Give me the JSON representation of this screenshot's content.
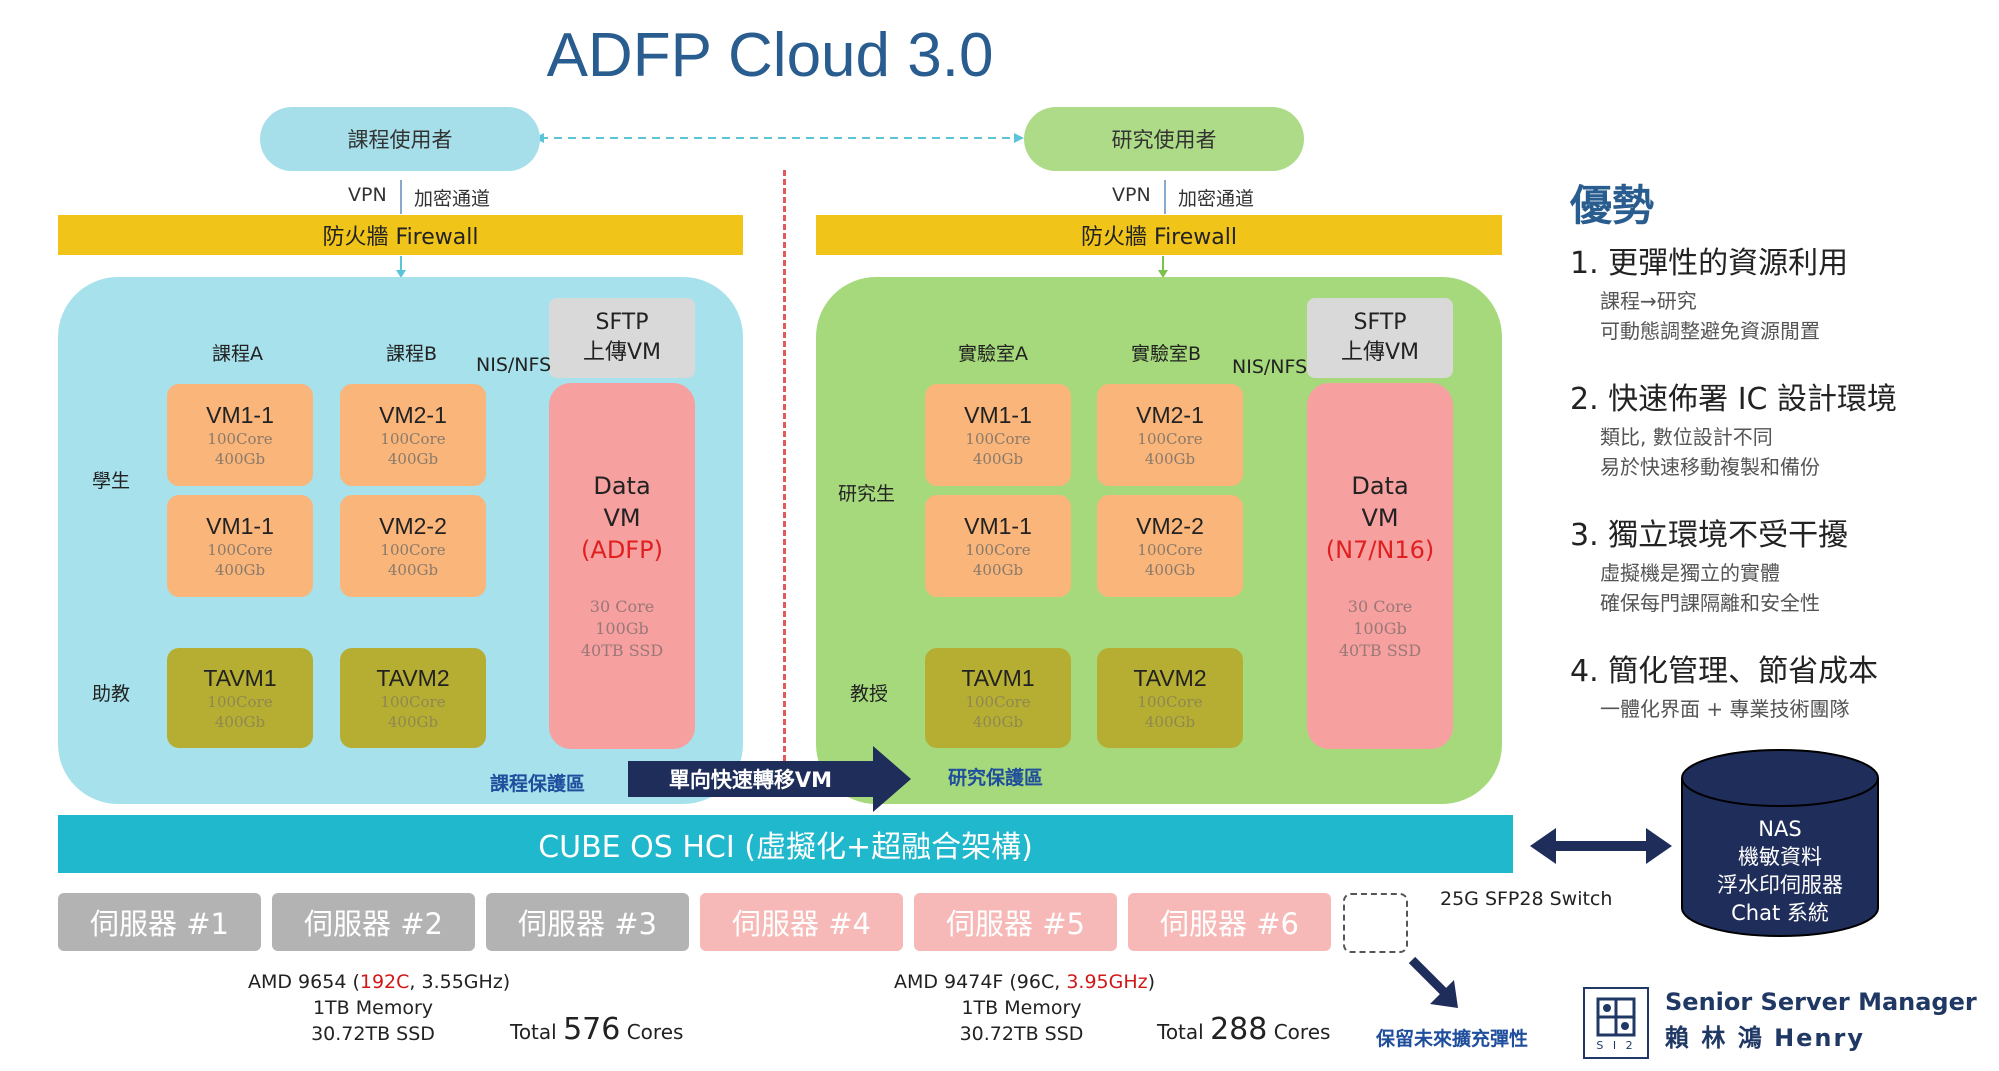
{
  "title": "ADFP Cloud 3.0",
  "users": {
    "course": "課程使用者",
    "research": "研究使用者"
  },
  "vpn": {
    "label": "VPN",
    "tunnel": "加密通道"
  },
  "firewall": "防火牆 Firewall",
  "left_zone": {
    "col_a": "課程A",
    "col_b": "課程B",
    "row_1": "學生",
    "row_2": "助教",
    "vms": [
      {
        "name": "VM1-1",
        "core": "100Core",
        "mem": "400Gb"
      },
      {
        "name": "VM2-1",
        "core": "100Core",
        "mem": "400Gb"
      },
      {
        "name": "VM1-1",
        "core": "100Core",
        "mem": "400Gb"
      },
      {
        "name": "VM2-2",
        "core": "100Core",
        "mem": "400Gb"
      }
    ],
    "ta": [
      {
        "name": "TAVM1",
        "core": "100Core",
        "mem": "400Gb"
      },
      {
        "name": "TAVM2",
        "core": "100Core",
        "mem": "400Gb"
      }
    ],
    "sftp": [
      "SFTP",
      "上傳VM"
    ],
    "nis": "NIS/NFS",
    "data": {
      "line1": "Data",
      "line2": "VM",
      "tag": "(ADFP)",
      "core": "30 Core",
      "mem": "100Gb",
      "ssd": "40TB SSD"
    },
    "zone_name": "課程保護區"
  },
  "right_zone": {
    "col_a": "實驗室A",
    "col_b": "實驗室B",
    "row_1": "研究生",
    "row_2": "教授",
    "vms": [
      {
        "name": "VM1-1",
        "core": "100Core",
        "mem": "400Gb"
      },
      {
        "name": "VM2-1",
        "core": "100Core",
        "mem": "400Gb"
      },
      {
        "name": "VM1-1",
        "core": "100Core",
        "mem": "400Gb"
      },
      {
        "name": "VM2-2",
        "core": "100Core",
        "mem": "400Gb"
      }
    ],
    "ta": [
      {
        "name": "TAVM1",
        "core": "100Core",
        "mem": "400Gb"
      },
      {
        "name": "TAVM2",
        "core": "100Core",
        "mem": "400Gb"
      }
    ],
    "sftp": [
      "SFTP",
      "上傳VM"
    ],
    "nis": "NIS/NFS",
    "data": {
      "line1": "Data",
      "line2": "VM",
      "tag": "(N7/N16)",
      "core": "30 Core",
      "mem": "100Gb",
      "ssd": "40TB SSD"
    },
    "zone_name": "研究保護區"
  },
  "transfer": "單向快速轉移VM",
  "hci": "CUBE OS HCI (虛擬化+超融合架構)",
  "servers": [
    "伺服器 #1",
    "伺服器 #2",
    "伺服器 #3",
    "伺服器 #4",
    "伺服器 #5",
    "伺服器 #6"
  ],
  "specs_left": {
    "cpu_pre": "AMD 9654 (",
    "cpu_red": "192C",
    "cpu_post": ", 3.55GHz)",
    "mem": "1TB Memory",
    "ssd": "30.72TB SSD",
    "total_pre": "Total",
    "total_num": "576",
    "total_post": "Cores"
  },
  "specs_right": {
    "cpu_pre": "AMD 9474F (96C, ",
    "cpu_red": "3.95GHz",
    "cpu_post": ")",
    "mem": "1TB Memory",
    "ssd": "30.72TB SSD",
    "total_pre": "Total",
    "total_num": "288",
    "total_post": "Cores"
  },
  "switch": "25G SFP28 Switch",
  "nas": [
    "NAS",
    "機敏資料",
    "浮水印伺服器",
    "Chat 系統"
  ],
  "reserve": "保留未來擴充彈性",
  "advantages": {
    "title": "優勢",
    "items": [
      {
        "head": "1. 更彈性的資源利用",
        "lines": [
          "課程→研究",
          "可動態調整避免資源閒置"
        ]
      },
      {
        "head": "2. 快速佈署 IC 設計環境",
        "lines": [
          "類比, 數位設計不同",
          "易於快速移動複製和備份"
        ]
      },
      {
        "head": "3. 獨立環境不受干擾",
        "lines": [
          "虛擬機是獨立的實體",
          "確保每門課隔離和安全性"
        ]
      },
      {
        "head": "4. 簡化管理、節省成本",
        "lines": [
          "一體化界面 + 專業技術團隊"
        ]
      }
    ]
  },
  "manager": {
    "title": "Senior Server Manager",
    "name": "賴 林 鴻  Henry",
    "logo_text": "S I 2"
  },
  "colors": {
    "title": "#2a5d8f",
    "hci": "#1fb8cc",
    "firewall": "#f0c419",
    "accent_red": "#e02020"
  }
}
